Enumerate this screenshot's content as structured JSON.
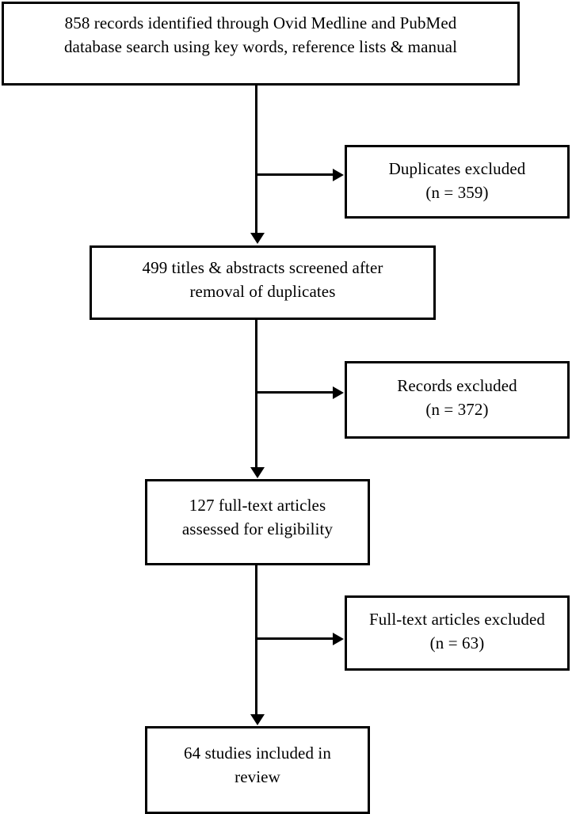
{
  "diagram": {
    "type": "prisma-flow-diagram",
    "title": "",
    "background_color": "#ffffff",
    "line_color": "#000000",
    "text_color": "#000000",
    "boxes": [
      {
        "id": "identified",
        "name": "records-identified-box",
        "text": "858 records identified through Ovid Medline and PubMed\ndatabase search using key words, reference lists & manual",
        "count": 858,
        "stage": "identification"
      },
      {
        "id": "duplicates",
        "name": "duplicates-excluded-box",
        "text": "Duplicates excluded\n(n = 359)",
        "count": 359,
        "stage": "screening-exclusion"
      },
      {
        "id": "screened",
        "name": "titles-abstracts-screened-box",
        "text": "499 titles & abstracts screened after\nremoval of duplicates",
        "count": 499,
        "stage": "screening"
      },
      {
        "id": "records_excluded",
        "name": "records-excluded-box",
        "text": "Records excluded\n(n = 372)",
        "count": 372,
        "stage": "screening-exclusion"
      },
      {
        "id": "fulltext",
        "name": "full-text-assessed-box",
        "text": "127 full-text articles\nassessed for eligibility",
        "count": 127,
        "stage": "eligibility"
      },
      {
        "id": "fulltext_excluded",
        "name": "full-text-excluded-box",
        "text": "Full-text articles excluded\n(n = 63)",
        "count": 63,
        "stage": "eligibility-exclusion"
      },
      {
        "id": "included",
        "name": "studies-included-box",
        "text": "64 studies included in\nreview",
        "count": 64,
        "stage": "included"
      }
    ],
    "connectors": [
      {
        "id": "c1",
        "from": "identified",
        "to": "screened",
        "direction": "down"
      },
      {
        "id": "c2",
        "from": "identified",
        "to": "duplicates",
        "direction": "right"
      },
      {
        "id": "c3",
        "from": "screened",
        "to": "fulltext",
        "direction": "down"
      },
      {
        "id": "c4",
        "from": "screened",
        "to": "records_excluded",
        "direction": "right"
      },
      {
        "id": "c5",
        "from": "fulltext",
        "to": "included",
        "direction": "down"
      },
      {
        "id": "c6",
        "from": "fulltext",
        "to": "fulltext_excluded",
        "direction": "right"
      }
    ]
  }
}
